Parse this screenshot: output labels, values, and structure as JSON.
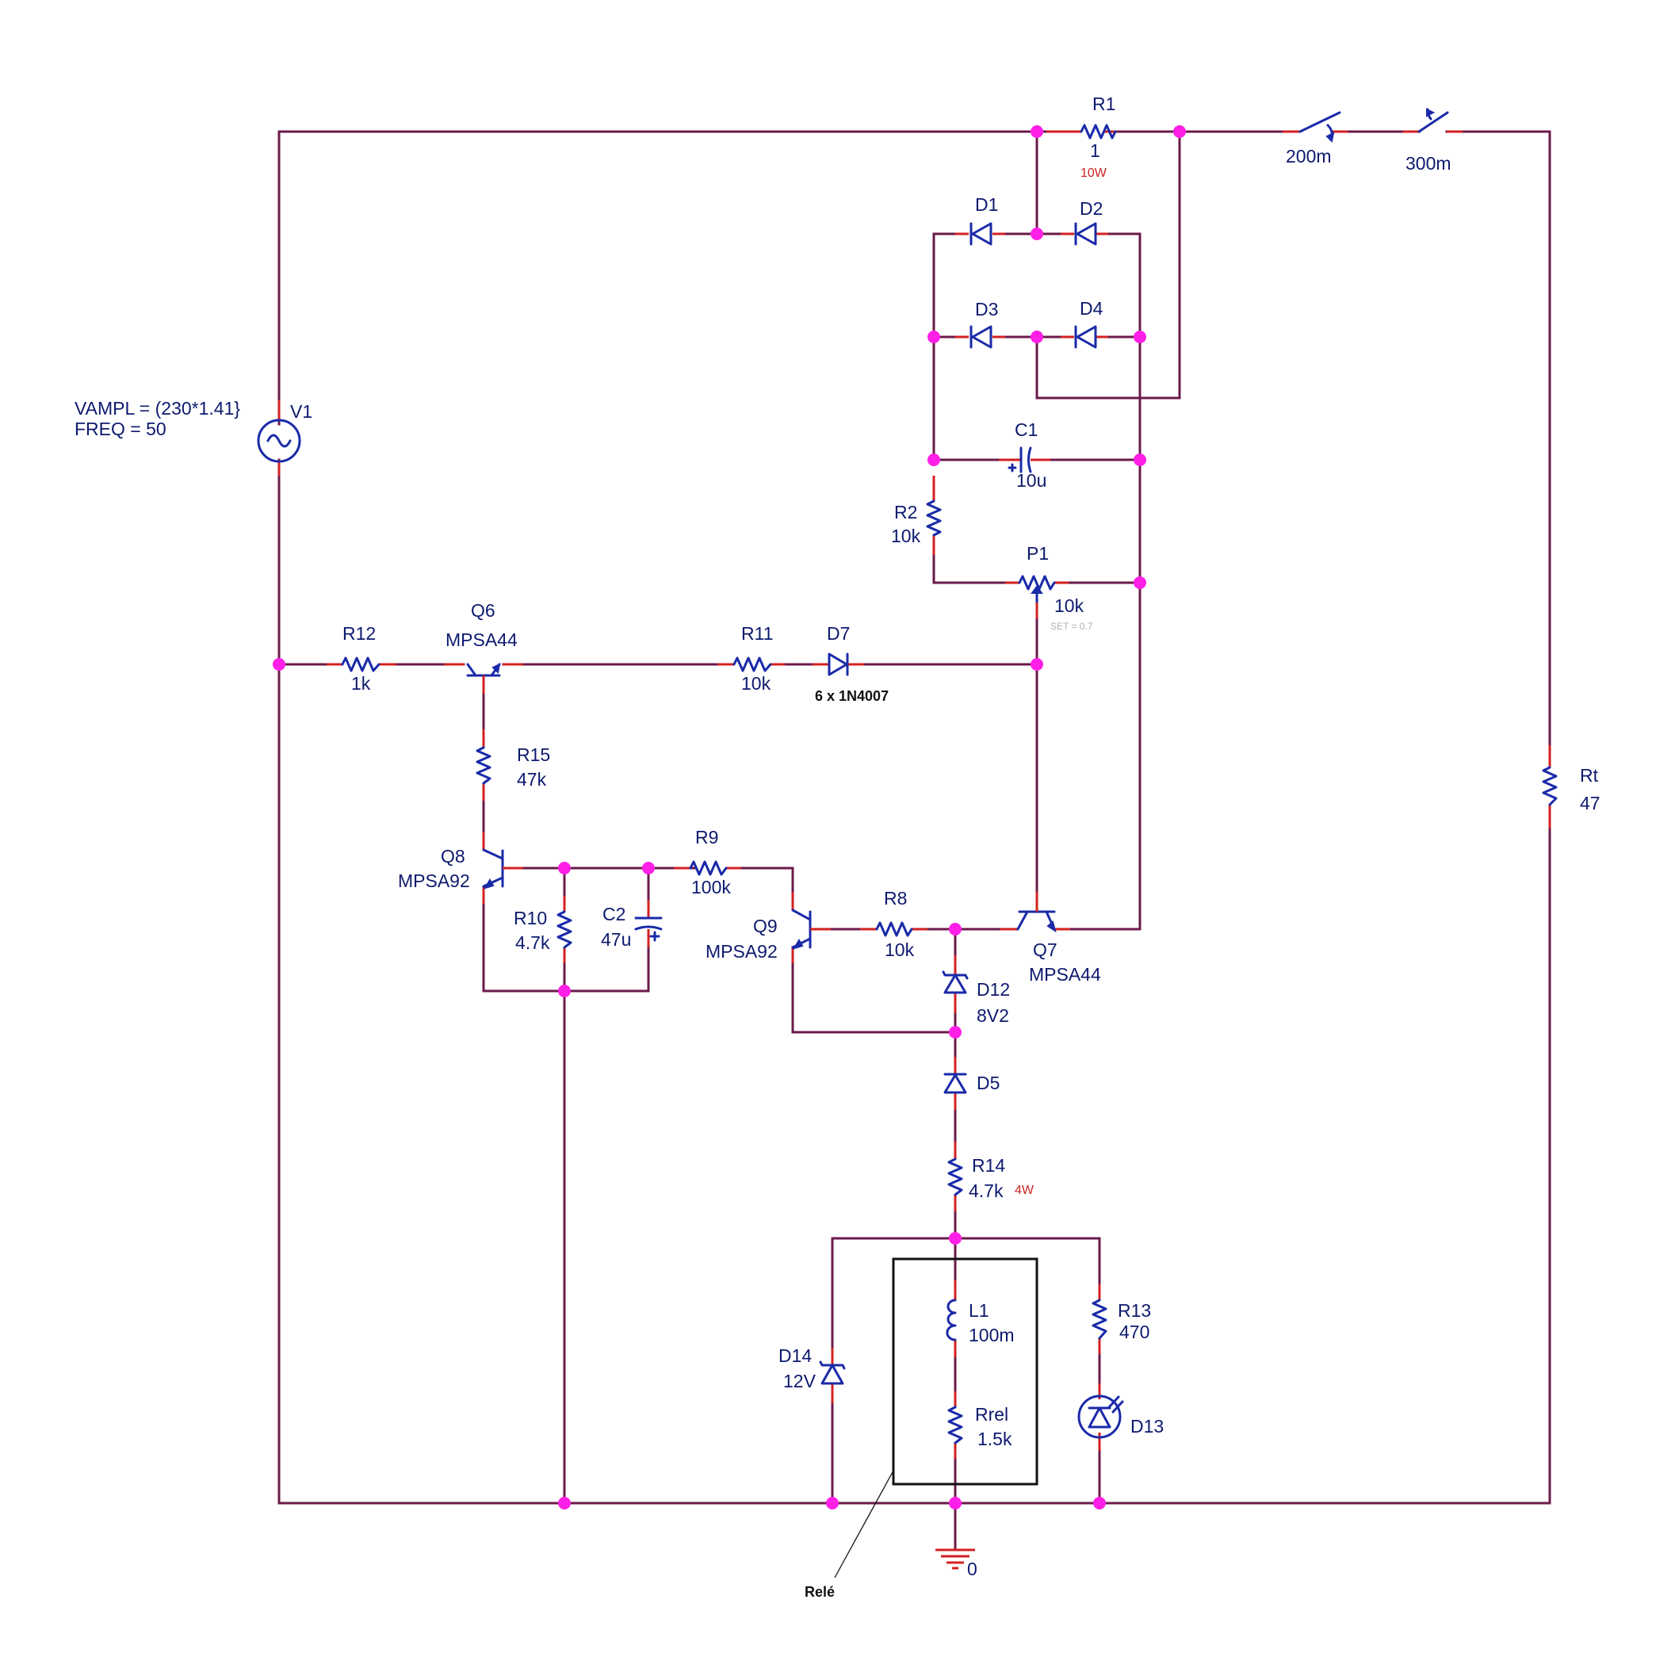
{
  "source": {
    "params_line1": "VAMPL = (230*1.41}",
    "params_line2": "FREQ = 50",
    "ref": "V1"
  },
  "components": {
    "R1": {
      "ref": "R1",
      "value": "1",
      "power": "10W"
    },
    "S1": {
      "value": "200m"
    },
    "S2": {
      "value": "300m"
    },
    "D1": {
      "ref": "D1"
    },
    "D2": {
      "ref": "D2"
    },
    "D3": {
      "ref": "D3"
    },
    "D4": {
      "ref": "D4"
    },
    "C1": {
      "ref": "C1",
      "value": "10u"
    },
    "R2": {
      "ref": "R2",
      "value": "10k"
    },
    "P1": {
      "ref": "P1",
      "value": "10k",
      "set": "SET = 0.7"
    },
    "R12": {
      "ref": "R12",
      "value": "1k"
    },
    "Q6": {
      "ref": "Q6",
      "part": "MPSA44"
    },
    "R11": {
      "ref": "R11",
      "value": "10k"
    },
    "D7": {
      "ref": "D7",
      "note": "6 x 1N4007"
    },
    "R15": {
      "ref": "R15",
      "value": "47k"
    },
    "Q8": {
      "ref": "Q8",
      "part": "MPSA92"
    },
    "R10": {
      "ref": "R10",
      "value": "4.7k"
    },
    "C2": {
      "ref": "C2",
      "value": "47u"
    },
    "R9": {
      "ref": "R9",
      "value": "100k"
    },
    "Q9": {
      "ref": "Q9",
      "part": "MPSA92"
    },
    "R8": {
      "ref": "R8",
      "value": "10k"
    },
    "Q7": {
      "ref": "Q7",
      "part": "MPSA44"
    },
    "D12": {
      "ref": "D12",
      "value": "8V2"
    },
    "D5": {
      "ref": "D5"
    },
    "R14": {
      "ref": "R14",
      "value": "4.7k",
      "power": "4W"
    },
    "L1": {
      "ref": "L1",
      "value": "100m"
    },
    "Rrel": {
      "ref": "Rrel",
      "value": "1.5k"
    },
    "D14": {
      "ref": "D14",
      "value": "12V"
    },
    "R13": {
      "ref": "R13",
      "value": "470"
    },
    "D13": {
      "ref": "D13"
    },
    "Rt": {
      "ref": "Rt",
      "value": "47"
    }
  },
  "ground": {
    "label": "0"
  },
  "relay": {
    "label": "Relé"
  },
  "colors": {
    "wire": "#6b1a4a",
    "symbol": "#1a2aa8",
    "pin": "#d42020",
    "node": "#ff1fe6",
    "text": "#0d1a6e"
  }
}
